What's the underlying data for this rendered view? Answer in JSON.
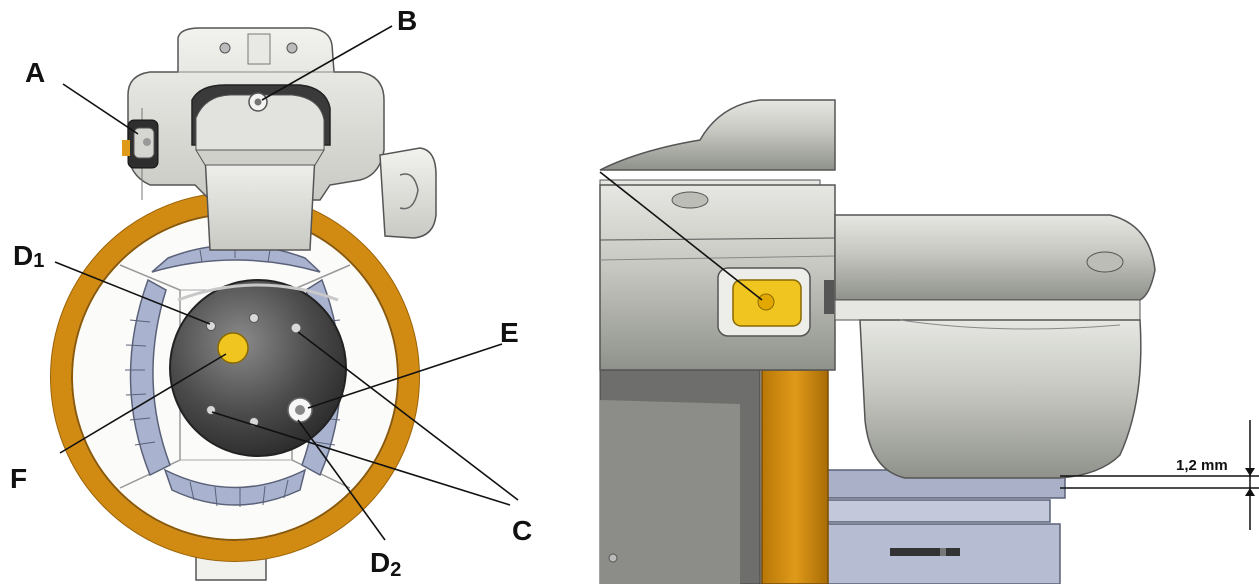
{
  "labels": {
    "a": "A",
    "b": "B",
    "c": "C",
    "d1_main": "D",
    "d1_sub": "1",
    "d2_main": "D",
    "d2_sub": "2",
    "e": "E",
    "f": "F"
  },
  "dimension": "1,2 mm",
  "colors": {
    "ring_orange": "#d18b12",
    "ring_orange_dark": "#9a6208",
    "marker_yellow": "#f0c520",
    "body_gray": "#d9dad6",
    "body_dark": "#6e6f6c",
    "frame_blue": "#a9b3cf",
    "ball_dark": "#3d3d3d"
  }
}
